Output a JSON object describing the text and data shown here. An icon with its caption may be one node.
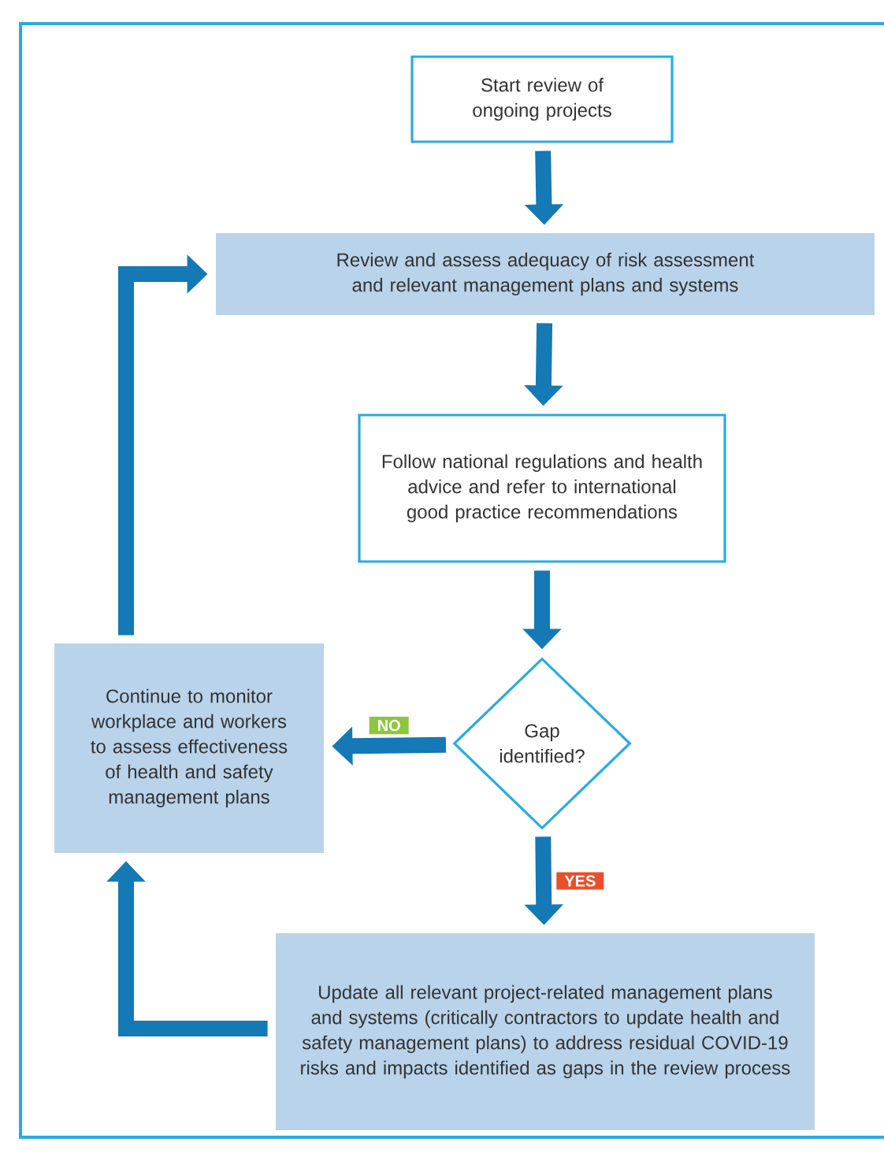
{
  "diagram": {
    "nodes": [
      {
        "text": [
          "Start review of ongoing projects"
        ]
      },
      {
        "text": [
          "Review and assess adequacy of risk assessment and relevant management plans and systems"
        ]
      },
      {
        "text": [
          "Follow national regulations and health advice and refer to international good practice recommendations"
        ]
      },
      {
        "text": [
          "Gap identified?"
        ]
      },
      {
        "text": [
          "Continue to monitor workplace and workers to assess effectiveness of health and safety management plans"
        ]
      },
      {
        "text": [
          "Update all relevant project-related management plans and systems (critically contractors to update health and safety management plans) to address residual COVID-19 risks and impacts identified as gaps in the review process"
        ]
      }
    ],
    "edges": [
      {
        "from": 0,
        "to": 1,
        "arrow": "to"
      },
      {
        "from": 1,
        "to": 2,
        "arrow": "to"
      },
      {
        "from": 2,
        "to": 3,
        "arrow": "to"
      },
      {
        "from": 3,
        "to": 4,
        "arrow": "to",
        "label": "NO"
      },
      {
        "from": 3,
        "to": 5,
        "arrow": "to",
        "label": "YES"
      },
      {
        "from": 5,
        "to": 4,
        "arrow": "to"
      },
      {
        "from": 4,
        "to": 1,
        "arrow": "to"
      }
    ]
  }
}
